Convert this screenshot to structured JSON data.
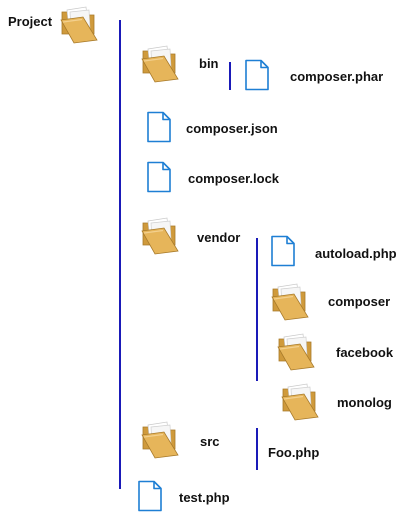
{
  "colors": {
    "line": "#1a1ab8",
    "file_outline": "#1e7fd4",
    "folder_body": "#e6b55a",
    "folder_back": "#cf9a3c",
    "paper": "#ffffff",
    "label": "#111111"
  },
  "icons": {
    "folder": "folder-icon",
    "file": "document-icon"
  },
  "tree": {
    "root": {
      "label": "Project",
      "type": "folder"
    },
    "bin": {
      "label": "bin",
      "type": "folder"
    },
    "composer_phar": {
      "label": "composer.phar",
      "type": "file"
    },
    "composer_json": {
      "label": "composer.json",
      "type": "file"
    },
    "composer_lock": {
      "label": "composer.lock",
      "type": "file"
    },
    "vendor": {
      "label": "vendor",
      "type": "folder"
    },
    "autoload_php": {
      "label": "autoload.php",
      "type": "file"
    },
    "composer_dir": {
      "label": "composer",
      "type": "folder"
    },
    "facebook": {
      "label": "facebook",
      "type": "folder"
    },
    "monolog": {
      "label": "monolog",
      "type": "folder"
    },
    "src": {
      "label": "src",
      "type": "folder"
    },
    "foo_php": {
      "label": "Foo.php",
      "type": "file"
    },
    "test_php": {
      "label": "test.php",
      "type": "file"
    }
  }
}
